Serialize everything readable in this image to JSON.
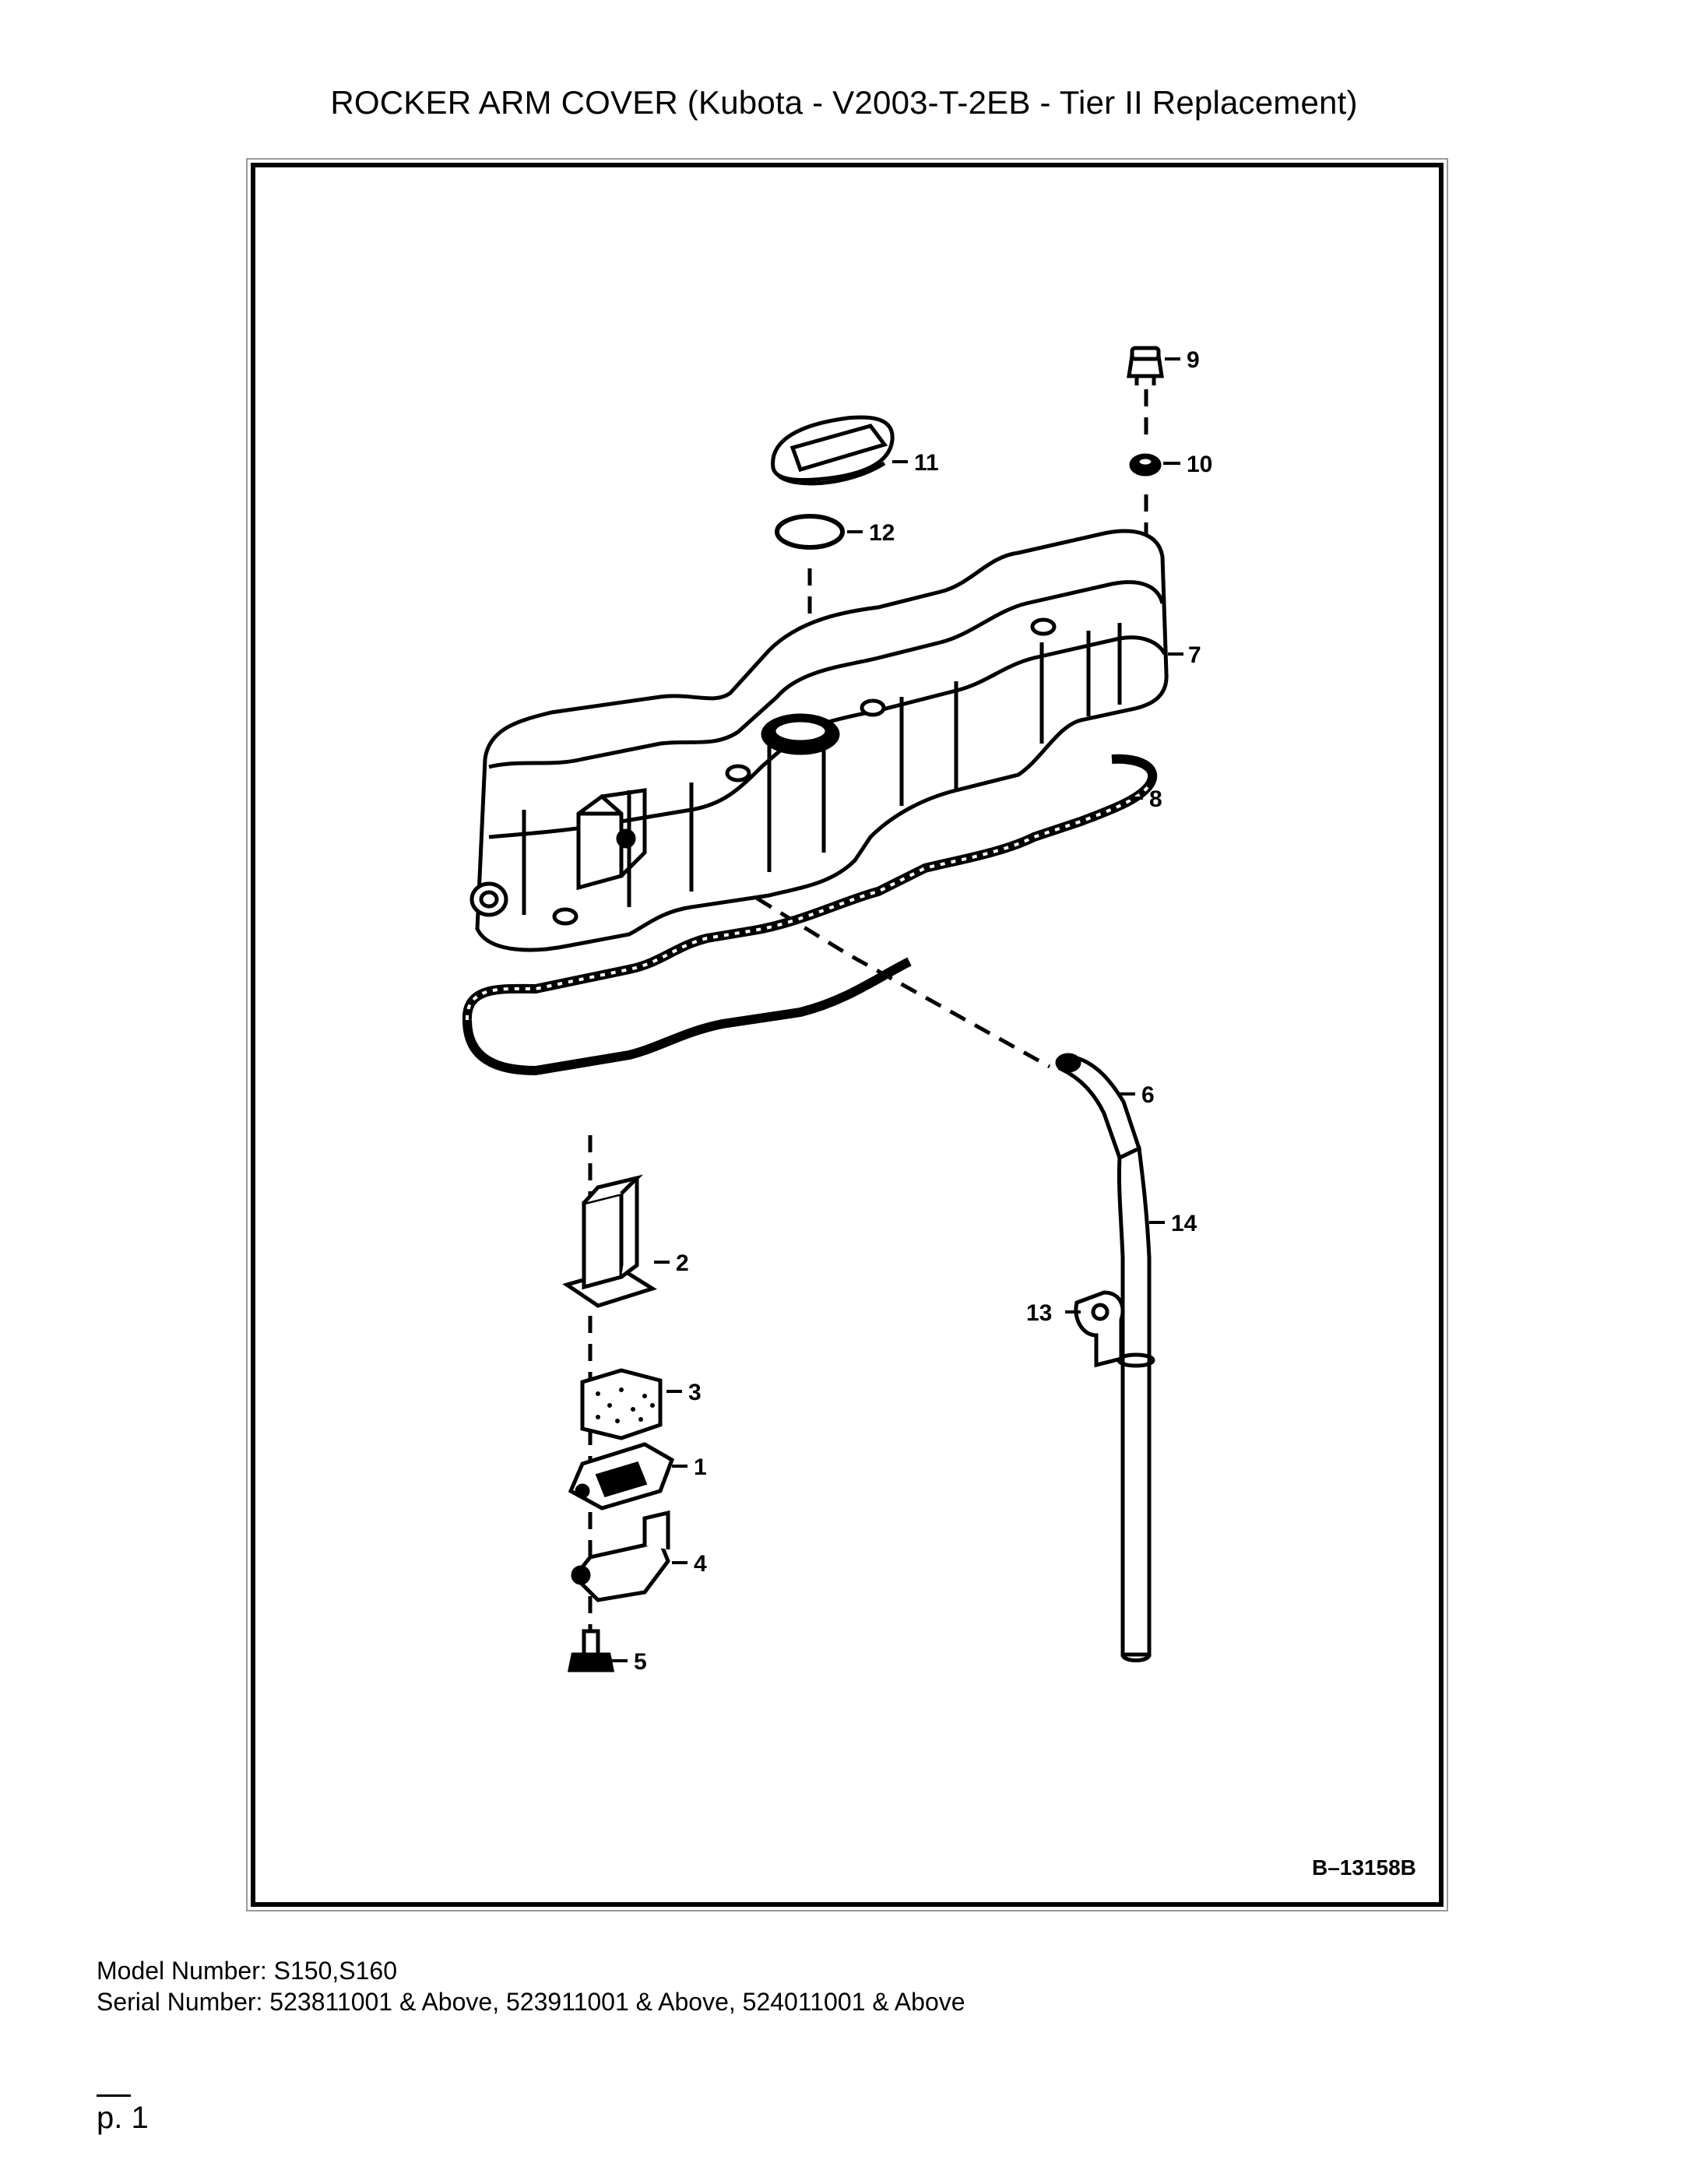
{
  "header": {
    "title": "ROCKER ARM COVER (Kubota - V2003-T-2EB - Tier II Replacement)"
  },
  "figure": {
    "id": "B–13158B",
    "callouts": {
      "c1": "1",
      "c2": "2",
      "c3": "3",
      "c4": "4",
      "c5": "5",
      "c6": "6",
      "c7": "7",
      "c8": "8",
      "c9": "9",
      "c10": "10",
      "c11": "11",
      "c12": "12",
      "c13": "13",
      "c14": "14"
    }
  },
  "footer": {
    "model": "Model Number: S150,S160",
    "serial": "Serial Number: 523811001 & Above, 523911001 & Above, 524011001 & Above",
    "page": "p. 1"
  }
}
